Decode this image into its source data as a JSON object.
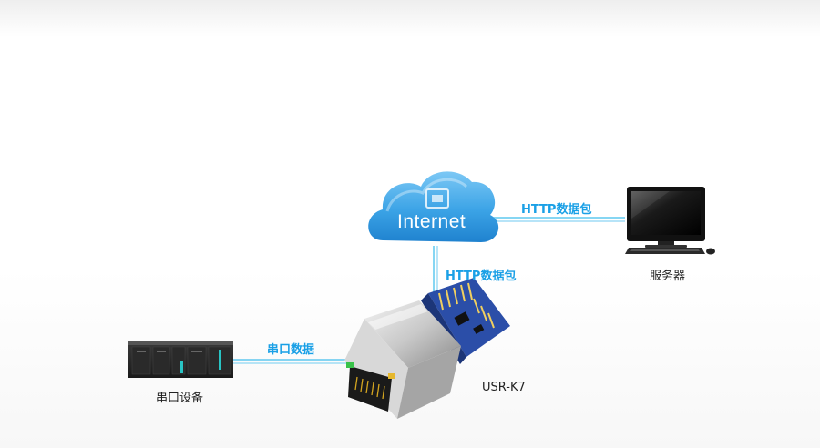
{
  "diagram": {
    "cloud_label": "Internet",
    "http_label_right": "HTTP数据包",
    "http_label_vertical": "HTTP数据包",
    "serial_label": "串口数据",
    "server_label": "服务器",
    "device_label": "串口设备",
    "module_label": "USR-K7"
  },
  "colors": {
    "link_line": "#5ec8ef",
    "label_accent": "#1aa0e6",
    "cloud": "#3aa3e3",
    "pcb": "#2b4ea8"
  },
  "icons": {
    "cloud": "cloud-icon",
    "server": "monitor-icon",
    "device": "plc-device-icon",
    "module": "rj45-module-icon"
  }
}
